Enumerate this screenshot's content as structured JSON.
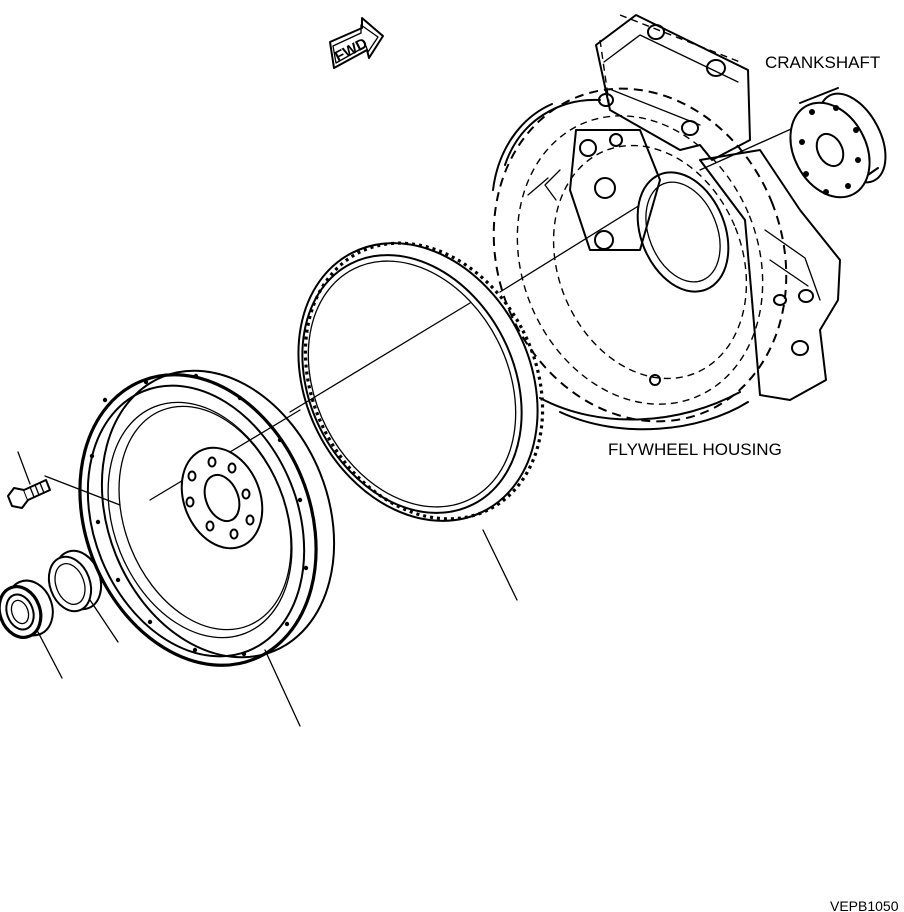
{
  "labels": {
    "crankshaft": "CRANKSHAFT",
    "flywheel_housing": "FLYWHEEL HOUSING",
    "drawing_code": "VEPB1050",
    "direction_arrow": "FWD"
  },
  "colors": {
    "background": "#ffffff",
    "line": "#000000"
  }
}
